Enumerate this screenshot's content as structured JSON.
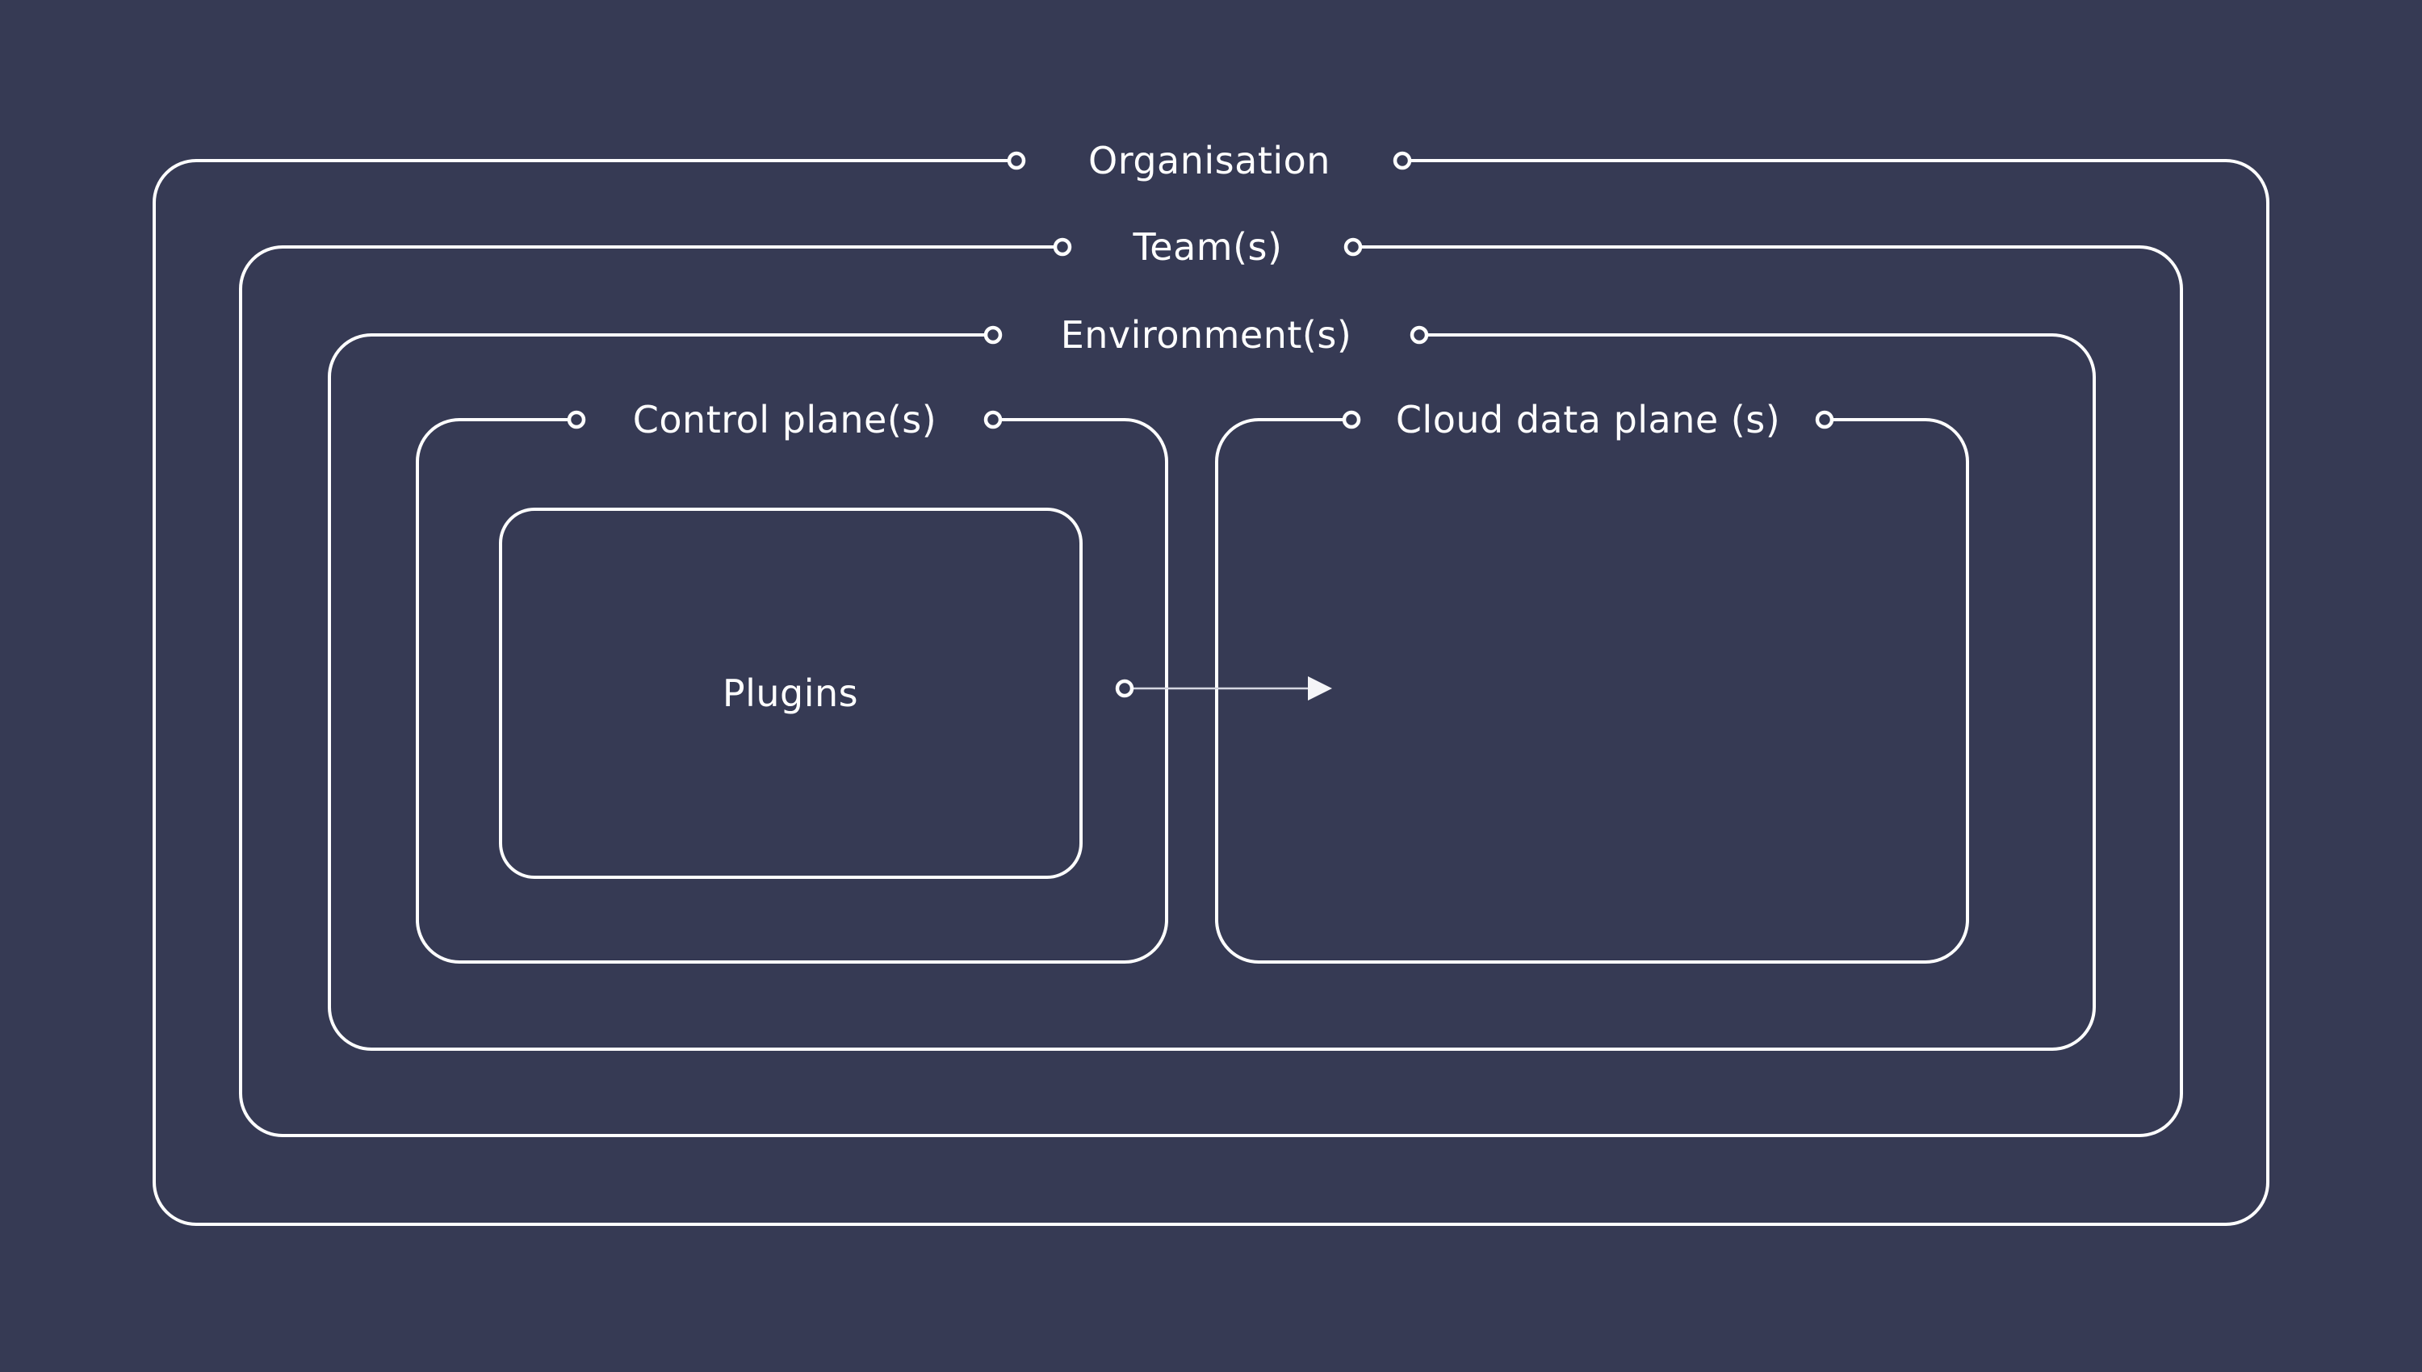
{
  "canvas": {
    "background": "#363A54",
    "line_color": "#FFFFFF",
    "text_color": "#FFFFFF",
    "arrow_line_color": "#D4D6E0",
    "arrow_head_color": "#F5F5F8"
  },
  "diagram": {
    "type": "nested-containers",
    "containers": {
      "organisation": {
        "label": "Organisation",
        "level": 1,
        "parent": null
      },
      "teams": {
        "label": "Team(s)",
        "level": 2,
        "parent": "organisation"
      },
      "environments": {
        "label": "Environment(s)",
        "level": 3,
        "parent": "teams"
      },
      "control_plane": {
        "label": "Control plane(s)",
        "level": 4,
        "parent": "environments"
      },
      "cloud_data_plane": {
        "label": "Cloud data plane (s)",
        "level": 4,
        "parent": "environments"
      },
      "plugins": {
        "label": "Plugins",
        "level": 5,
        "parent": "control_plane"
      }
    },
    "relations": [
      {
        "from": "control_plane",
        "to": "cloud_data_plane",
        "style": "arrow",
        "start_marker": "ring",
        "end_marker": "triangle"
      }
    ]
  }
}
